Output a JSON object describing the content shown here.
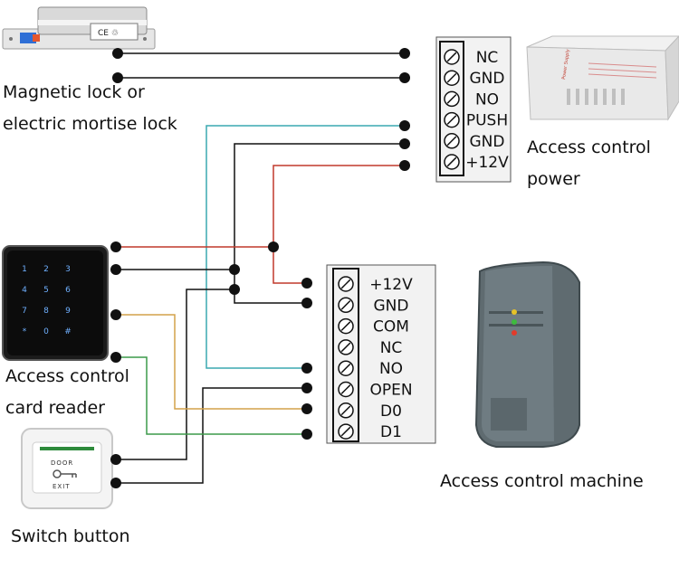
{
  "labels": {
    "lock_line1": "Magnetic lock or",
    "lock_line2": "electric mortise lock",
    "power_line1": "Access control",
    "power_line2": "power",
    "reader_line1": "Access control",
    "reader_line2": "card reader",
    "switch": "Switch button",
    "machine": "Access control machine"
  },
  "power_terminals": [
    "NC",
    "GND",
    "NO",
    "PUSH",
    "GND",
    "+12V"
  ],
  "controller_terminals": [
    "+12V",
    "GND",
    "COM",
    "NC",
    "NO",
    "OPEN",
    "D0",
    "D1"
  ],
  "switch_button": {
    "line1": "DOOR",
    "line2": "EXIT"
  },
  "psu_label": "Power Supply",
  "keypad": [
    "1",
    "2",
    "3",
    "4",
    "5",
    "6",
    "7",
    "8",
    "9",
    "*",
    "0",
    "#"
  ],
  "colors": {
    "wire_black": "#111111",
    "wire_red": "#c0392b",
    "wire_cyan": "#3aa8b0",
    "wire_orange": "#d4a24a",
    "wire_green": "#3c9a4a",
    "terminal_bg": "#f2f2f2"
  }
}
